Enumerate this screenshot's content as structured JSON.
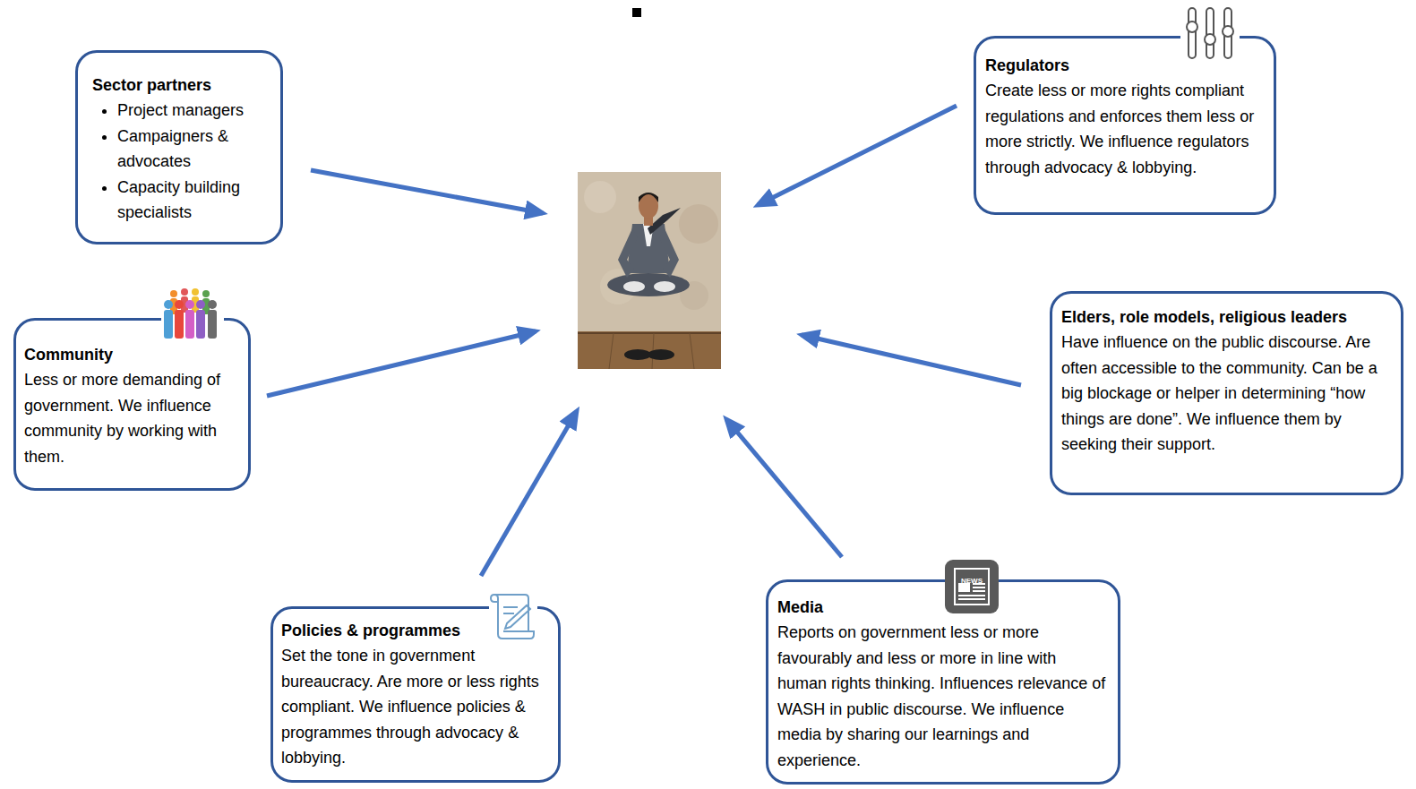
{
  "diagram": {
    "nodes": [
      {
        "text": [
          "Sector partners",
          "Project managers",
          "Campaigners & advocates",
          "Capacity building specialists"
        ]
      },
      {
        "text": [
          "Regulators",
          "Create less or more rights compliant regulations and enforces them less or more strictly. We influence regulators through advocacy & lobbying."
        ]
      },
      {
        "text": [
          "Community",
          "Less or more demanding of government. We influence community by working with them."
        ]
      },
      {
        "text": [
          "Elders, role models, religious leaders",
          "Have influence on the public discourse. Are often accessible to the community. Can be a big blockage or helper in determining “how things are done”. We influence them by seeking their support."
        ]
      },
      {
        "text": [
          "Policies & programmes",
          "Set the tone in government bureaucracy. Are more or less rights compliant. We influence policies & programmes through advocacy & lobbying."
        ]
      },
      {
        "text": [
          "Media",
          "Reports on government less or more favourably and less or more in line with human rights thinking. Influences relevance of WASH in public discourse. We influence media by sharing our learnings and experience."
        ]
      }
    ],
    "labels": [
      "NEWS"
    ]
  }
}
